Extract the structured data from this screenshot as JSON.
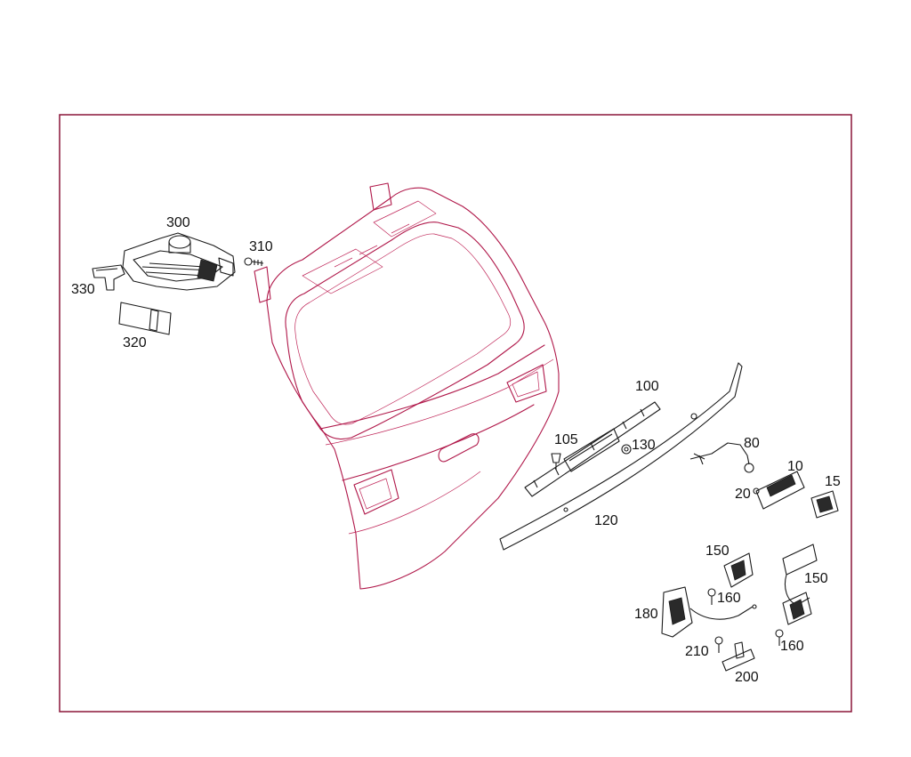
{
  "callouts": [
    {
      "id": "c300",
      "text": "300"
    },
    {
      "id": "c310",
      "text": "310"
    },
    {
      "id": "c330",
      "text": "330"
    },
    {
      "id": "c320",
      "text": "320"
    },
    {
      "id": "c100",
      "text": "100"
    },
    {
      "id": "c105",
      "text": "105"
    },
    {
      "id": "c130",
      "text": "130"
    },
    {
      "id": "c80",
      "text": "80"
    },
    {
      "id": "c10",
      "text": "10"
    },
    {
      "id": "c15",
      "text": "15"
    },
    {
      "id": "c20",
      "text": "20"
    },
    {
      "id": "c120",
      "text": "120"
    },
    {
      "id": "c150a",
      "text": "150"
    },
    {
      "id": "c150b",
      "text": "150"
    },
    {
      "id": "c160a",
      "text": "160"
    },
    {
      "id": "c160b",
      "text": "160"
    },
    {
      "id": "c180",
      "text": "180"
    },
    {
      "id": "c210",
      "text": "210"
    },
    {
      "id": "c200",
      "text": "200"
    }
  ],
  "colors": {
    "frame": "#8a1538",
    "part_line": "#b0184a",
    "dark_part": "#1a1a1a",
    "label": "#111111",
    "background": "#ffffff"
  }
}
